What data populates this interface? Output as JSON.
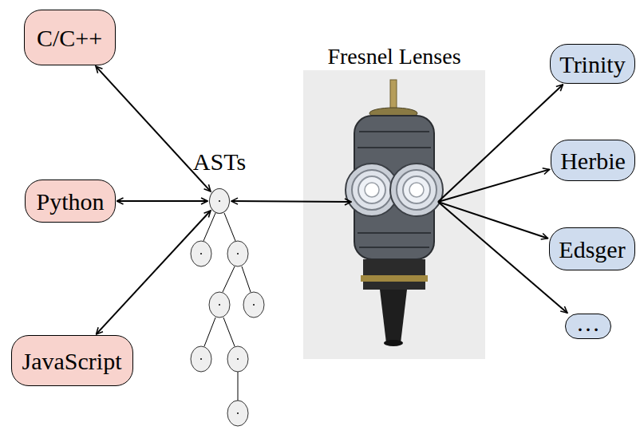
{
  "diagram": {
    "nodes": [
      {
        "text": [
          "C/C++"
        ]
      },
      {
        "text": [
          "Python"
        ]
      },
      {
        "text": [
          "JavaScript"
        ]
      },
      {
        "text": [
          "ASTs"
        ]
      },
      {
        "text": [
          "Fresnel Lenses"
        ]
      },
      {
        "text": [
          "Trinity"
        ]
      },
      {
        "text": [
          "Herbie"
        ]
      },
      {
        "text": [
          "Edsger"
        ]
      },
      {
        "text": [
          "…"
        ]
      }
    ],
    "edges": [
      {
        "from": 0,
        "to": 3,
        "arrow": "both"
      },
      {
        "from": 1,
        "to": 3,
        "arrow": "both"
      },
      {
        "from": 2,
        "to": 3,
        "arrow": "both"
      },
      {
        "from": 3,
        "to": 4,
        "arrow": "both"
      },
      {
        "from": 4,
        "to": 5,
        "arrow": "to"
      },
      {
        "from": 4,
        "to": 6,
        "arrow": "to"
      },
      {
        "from": 4,
        "to": 7,
        "arrow": "to"
      },
      {
        "from": 4,
        "to": 8,
        "arrow": "to"
      }
    ]
  }
}
